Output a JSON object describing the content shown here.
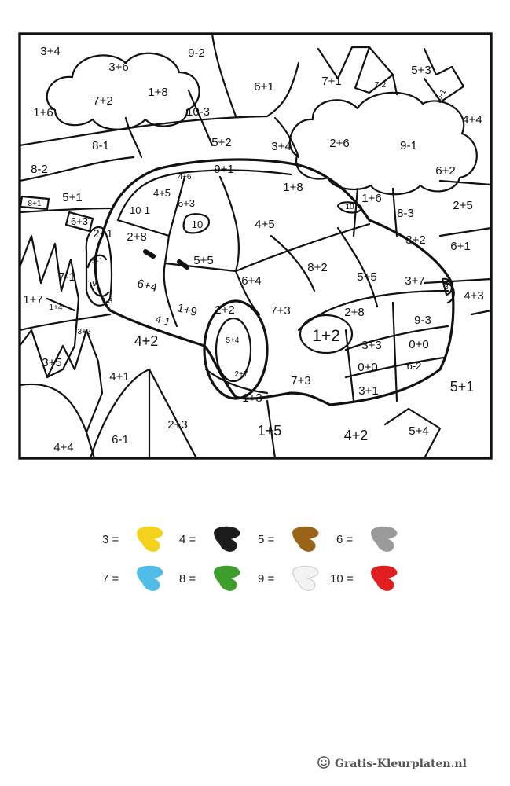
{
  "labels": [
    "3+4",
    "3+6",
    "9-2",
    "1+6",
    "7+2",
    "1+8",
    "10-3",
    "6+1",
    "7+1",
    "7-2",
    "5+3",
    "6-1",
    "4+4",
    "8-1",
    "5+2",
    "3+4",
    "2+6",
    "9-1",
    "8-2",
    "9+1",
    "4+6",
    "1+8",
    "6+2",
    "8+1",
    "5+1",
    "4+5",
    "6+3",
    "10-1",
    "1+6",
    "10",
    "8-3",
    "2+5",
    "6+3",
    "2+1",
    "2+8",
    "10",
    "4+5",
    "3+2",
    "6+1",
    "5-1",
    "7-1",
    "5+5",
    "6+4",
    "8+2",
    "5+5",
    "3+7",
    "3",
    "9",
    "7-3",
    "6+4",
    "4+3",
    "1+7",
    "1+4",
    "1+9",
    "2+2",
    "7+3",
    "2+8",
    "3+2",
    "4-1",
    "5+4",
    "1+2",
    "9-3",
    "4+2",
    "3+3",
    "0+0",
    "3+5",
    "2+7",
    "0+0",
    "6-2",
    "4+1",
    "7+3",
    "3+1",
    "5+1",
    "1+3",
    "6-1",
    "2+3",
    "1+5",
    "4+2",
    "5+4",
    "4+4"
  ],
  "legend": [
    {
      "number": "3 =",
      "color": "#f4d21c"
    },
    {
      "number": "4 =",
      "color": "#1c1c1c"
    },
    {
      "number": "5 =",
      "color": "#9a6418"
    },
    {
      "number": "6 =",
      "color": "#9a9a9a"
    },
    {
      "number": "7 =",
      "color": "#4fbde8"
    },
    {
      "number": "8 =",
      "color": "#3e9e2c"
    },
    {
      "number": "9 =",
      "color": "#f3f3f3"
    },
    {
      "number": "10 =",
      "color": "#e02020"
    }
  ],
  "footer": {
    "site": "Gratis-Kleurplaten.nl",
    "icon": "smiley-icon"
  }
}
